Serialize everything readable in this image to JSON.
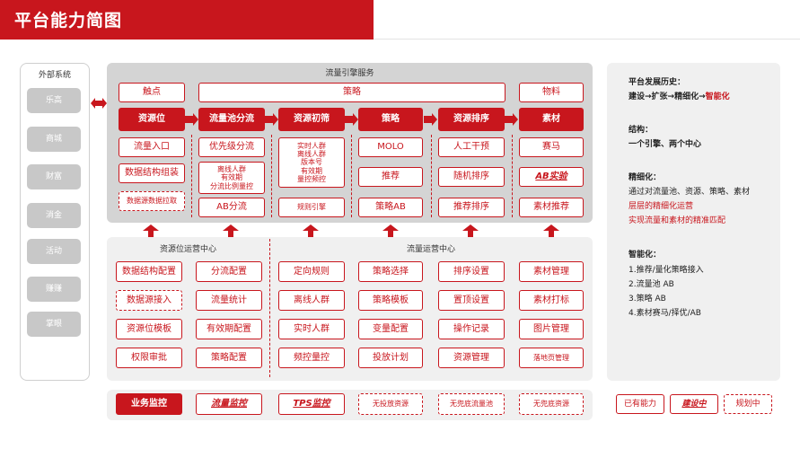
{
  "title": "平台能力简图",
  "external": {
    "title": "外部系统",
    "items": [
      "乐高",
      "商城",
      "财富",
      "消金",
      "活动",
      "赚赚",
      "掌眼"
    ]
  },
  "engine": {
    "title": "流量引擎服务",
    "top_row": {
      "touch": "触点",
      "strategy": "策略",
      "material": "物料"
    },
    "main_row": [
      "资源位",
      "流量池分流",
      "资源初筛",
      "策略",
      "资源排序",
      "素材"
    ],
    "col1": [
      "流量入口",
      "数据结构组装",
      "数据源数据拉取"
    ],
    "col2": [
      "优先级分流",
      "离线人群\n有效期\n分流比例量控",
      "AB分流"
    ],
    "col3": [
      "实时人群\n离线人群\n版本号\n有效期\n量控频控",
      "规则引擎"
    ],
    "col4": [
      "MOLO",
      "推荐",
      "策略AB"
    ],
    "col5": [
      "人工干预",
      "随机排序",
      "推荐排序"
    ],
    "col6": [
      "赛马",
      "AB实验",
      "素材推荐"
    ]
  },
  "ops": {
    "left_title": "资源位运营中心",
    "right_title": "流量运营中心",
    "rows": [
      [
        "数据结构配置",
        "分流配置",
        "定向规则",
        "策略选择",
        "排序设置",
        "素材管理"
      ],
      [
        "数据源接入",
        "流量统计",
        "离线人群",
        "策略模板",
        "置顶设置",
        "素材打标"
      ],
      [
        "资源位模板",
        "有效期配置",
        "实时人群",
        "变量配置",
        "操作记录",
        "图片管理"
      ],
      [
        "权限审批",
        "策略配置",
        "频控量控",
        "投放计划",
        "资源管理",
        "落地页管理"
      ]
    ]
  },
  "bottom": [
    "业务监控",
    "流量监控",
    "TPS监控",
    "无投放资源",
    "无兜底流量池",
    "无兜底资源"
  ],
  "legend": [
    "已有能力",
    "建设中",
    "规划中"
  ],
  "side": {
    "history_head": "平台发展历史：",
    "history_line_prefix": "建设→扩张→精细化→",
    "history_line_red": "智能化",
    "structure_head": "结构：",
    "structure_line": "一个引擎、两个中心",
    "refine_head": "精细化：",
    "refine_1": "通过对流量池、资源、策略、素材",
    "refine_2": "层层的精细化运营",
    "refine_3": "实现流量和素材的精准匹配",
    "smart_head": "智能化：",
    "smart_items": [
      "1.推荐/量化策略接入",
      "2.流量池 AB",
      "3.策略 AB",
      "4.素材赛马/择优/AB"
    ]
  },
  "colors": {
    "brand_red": "#c8161d",
    "panel_gray": "#d4d4d4",
    "light_gray": "#f0f0f0"
  }
}
